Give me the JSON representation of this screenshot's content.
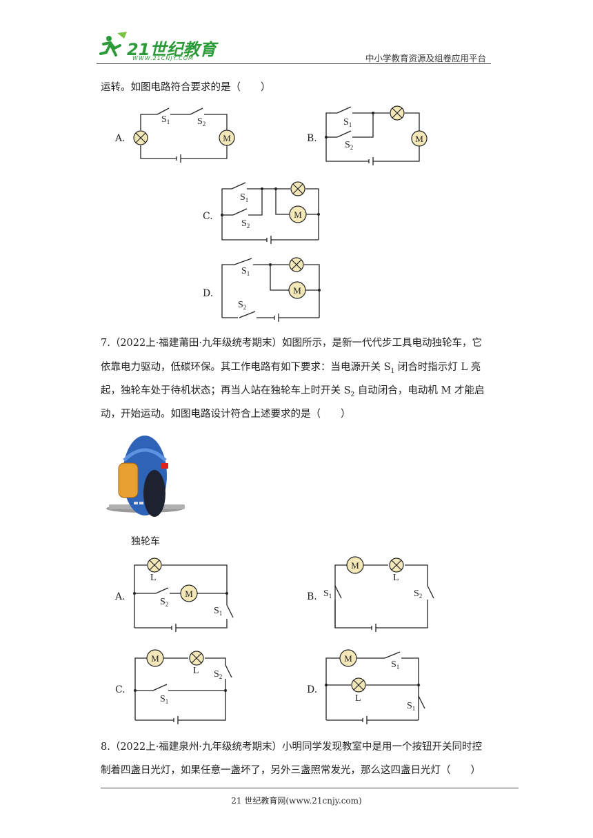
{
  "header": {
    "logo_text": "21世纪教育",
    "logo_url": "WWW.21CNJY.COM",
    "right_text": "中小学教育资源及组卷应用平台"
  },
  "q6": {
    "tail": "运转。如图电路符合要求的是（　　）",
    "options": [
      "A.",
      "B.",
      "C.",
      "D."
    ]
  },
  "q7": {
    "line1": "7.（2022上·福建莆田·九年级统考期末）如图所示，是新一代代步工具电动独轮车，它",
    "line2_a": "依靠电力驱动，低碳环保。其工作电路有如下要求：当电源开关 S",
    "line2_sub": "1",
    "line2_b": " 闭合时指示灯 L 亮",
    "line3_a": "起，独轮车处于待机状态；再当人站在独轮车上时开关 S",
    "line3_sub": "2",
    "line3_b": " 自动闭合，电动机 M 才能启",
    "line4": "动，开始运动。如图电路设计符合上述要求的是（　　）",
    "image_caption": "独轮车",
    "options": [
      "A.",
      "B.",
      "C.",
      "D."
    ]
  },
  "q8": {
    "line1": "8.（2022上·福建泉州·九年级统考期末）小明同学发现教室中是用一个按钮开关同时控",
    "line2": "制着四盏日光灯，如果任意一盏坏了，另外三盏照常发光，那么这四盏日光灯（　　）"
  },
  "labels": {
    "S": "S",
    "sub1": "1",
    "sub2": "2",
    "M": "M",
    "L": "L"
  },
  "footer": {
    "text": "21 世纪教育网(www.21cnjy.com)"
  },
  "colors": {
    "lamp_fill": "#f4e8b8",
    "logo_green": "#2e9b3a",
    "line": "#222222"
  }
}
